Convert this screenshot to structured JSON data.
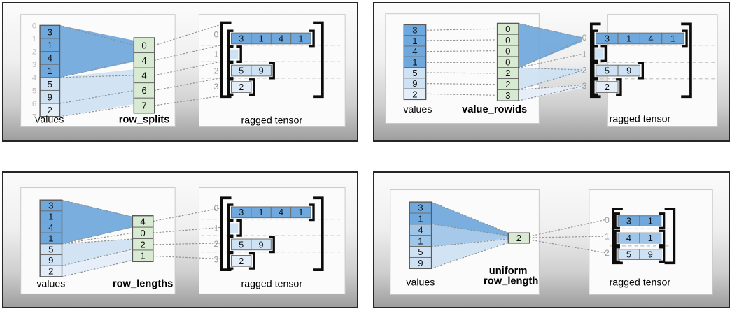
{
  "colors": {
    "row0": "#6fa8dc",
    "row1": "#9fc5e8",
    "row2": "#cfe2f3",
    "row3": "#e4eef9",
    "green": "#d9ead3",
    "empty_fill": "#cfe2f3"
  },
  "panels": [
    {
      "id": "row-splits",
      "values_label": "values",
      "method_label_lines": [
        "row_splits"
      ],
      "result_label": "ragged tensor",
      "values": [
        3,
        1,
        4,
        1,
        5,
        9,
        2
      ],
      "values_row_colors": [
        "row0",
        "row0",
        "row0",
        "row0",
        "row2",
        "row2",
        "row3"
      ],
      "value_indices": [
        0,
        1,
        2,
        3,
        4,
        5,
        6,
        7
      ],
      "method_values": [
        0,
        4,
        4,
        6,
        7
      ],
      "ragged_rows": [
        {
          "index": 0,
          "cells": [
            3,
            1,
            4,
            1
          ],
          "color": "row0"
        },
        {
          "index": 1,
          "cells": [],
          "color": "row2"
        },
        {
          "index": 2,
          "cells": [
            5,
            9
          ],
          "color": "row2"
        },
        {
          "index": 3,
          "cells": [
            2
          ],
          "color": "row3"
        }
      ]
    },
    {
      "id": "value-rowids",
      "values_label": "values",
      "method_label_lines": [
        "value_rowids"
      ],
      "result_label": "ragged tensor",
      "values": [
        3,
        1,
        4,
        1,
        5,
        9,
        2
      ],
      "values_row_colors": [
        "row0",
        "row0",
        "row0",
        "row0",
        "row2",
        "row2",
        "row3"
      ],
      "method_values": [
        0,
        0,
        0,
        0,
        2,
        2,
        3
      ],
      "ragged_rows": [
        {
          "index": 0,
          "cells": [
            3,
            1,
            4,
            1
          ],
          "color": "row0"
        },
        {
          "index": 1,
          "cells": [],
          "color": "row2"
        },
        {
          "index": 2,
          "cells": [
            5,
            9
          ],
          "color": "row2"
        },
        {
          "index": 3,
          "cells": [
            2
          ],
          "color": "row3"
        }
      ]
    },
    {
      "id": "row-lengths",
      "values_label": "values",
      "method_label_lines": [
        "row_lengths"
      ],
      "result_label": "ragged tensor",
      "values": [
        3,
        1,
        4,
        1,
        5,
        9,
        2
      ],
      "values_row_colors": [
        "row0",
        "row0",
        "row0",
        "row0",
        "row2",
        "row2",
        "row3"
      ],
      "method_values": [
        4,
        0,
        2,
        1
      ],
      "ragged_rows": [
        {
          "index": 0,
          "cells": [
            3,
            1,
            4,
            1
          ],
          "color": "row0"
        },
        {
          "index": 1,
          "cells": [],
          "color": "row2"
        },
        {
          "index": 2,
          "cells": [
            5,
            9
          ],
          "color": "row2"
        },
        {
          "index": 3,
          "cells": [
            2
          ],
          "color": "row3"
        }
      ]
    },
    {
      "id": "uniform-row-length",
      "values_label": "values",
      "method_label_lines": [
        "uniform_",
        "row_length"
      ],
      "result_label": "ragged tensor",
      "values": [
        3,
        1,
        4,
        1,
        5,
        9
      ],
      "values_row_colors": [
        "row0",
        "row0",
        "row1",
        "row1",
        "row2",
        "row2"
      ],
      "method_values": [
        2
      ],
      "ragged_rows": [
        {
          "index": 0,
          "cells": [
            3,
            1
          ],
          "color": "row0"
        },
        {
          "index": 1,
          "cells": [
            4,
            1
          ],
          "color": "row1"
        },
        {
          "index": 2,
          "cells": [
            5,
            9
          ],
          "color": "row2"
        }
      ]
    }
  ]
}
